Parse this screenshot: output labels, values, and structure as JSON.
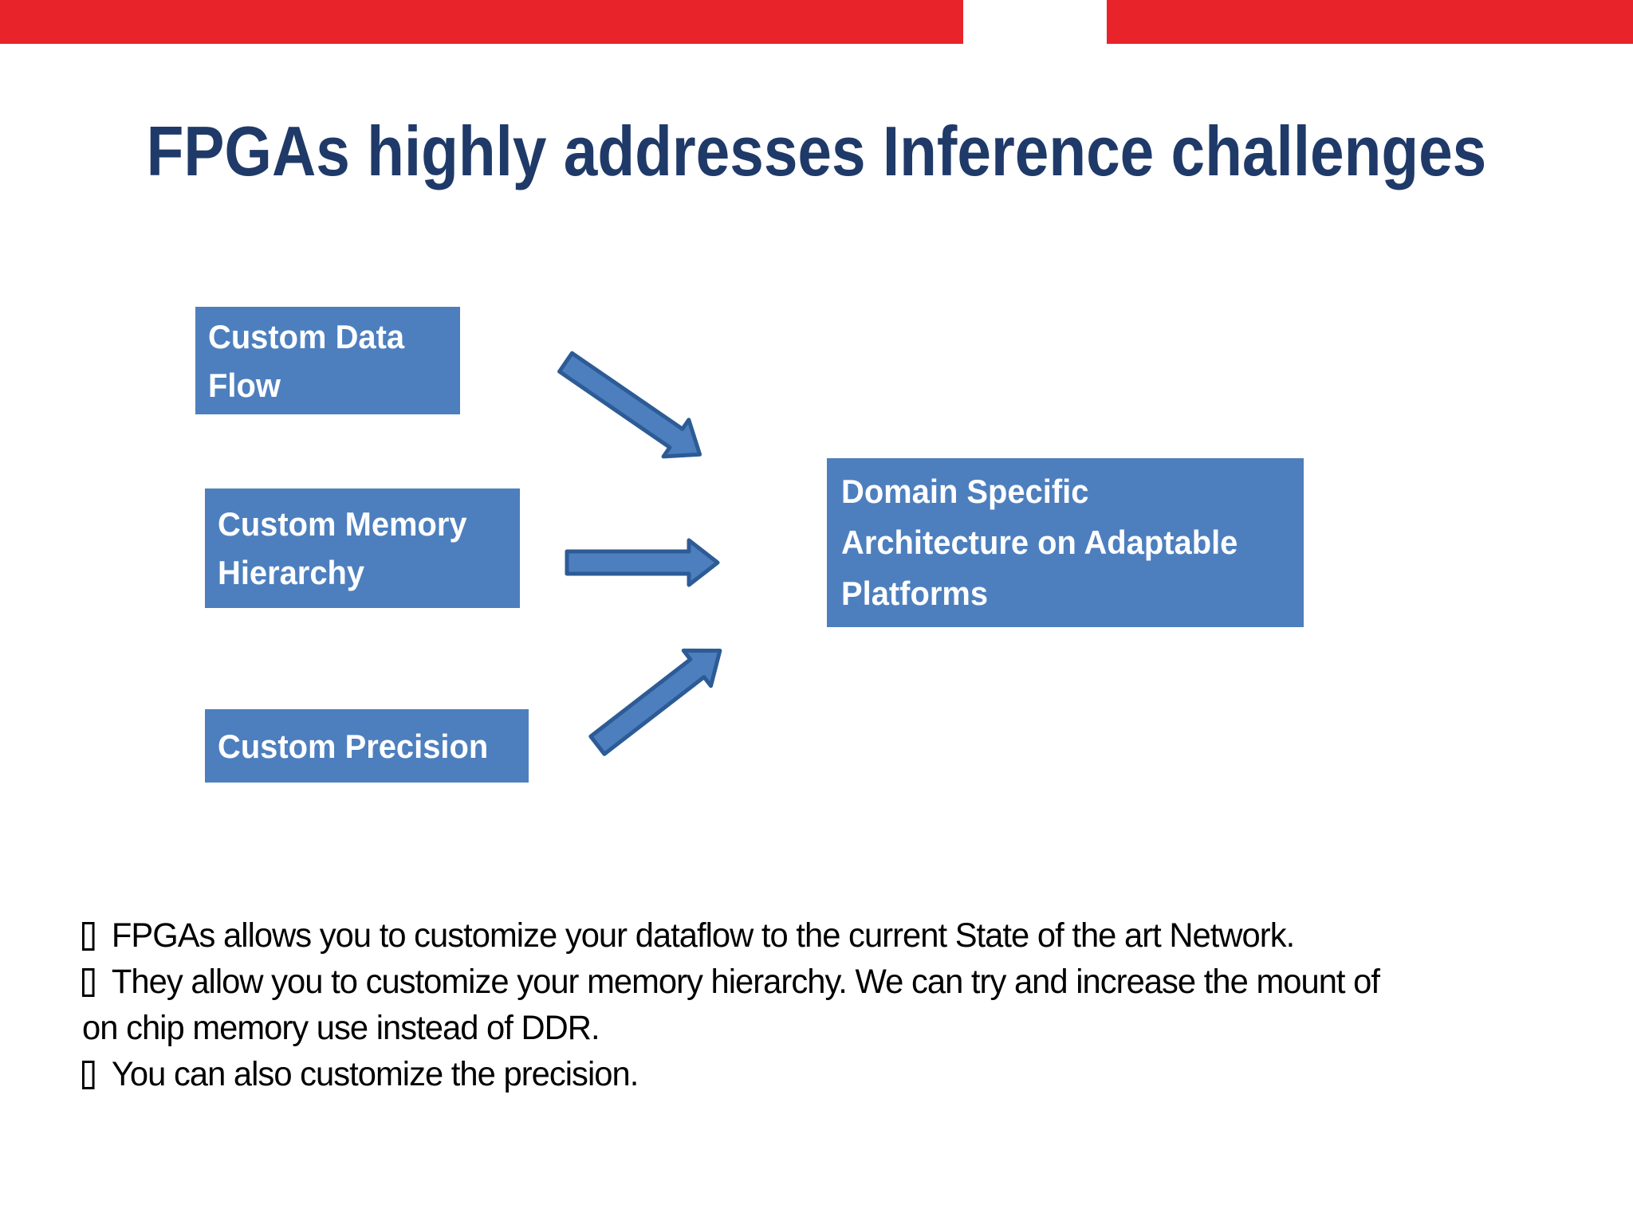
{
  "slide": {
    "title": "FPGAs highly addresses Inference challenges"
  },
  "colors": {
    "page-bg": "#ffffff",
    "accent-bar": "#e8232a",
    "title-color": "#1f3a68",
    "box-fill": "#4d7fbe",
    "box-text": "#ffffff",
    "arrow-fill": "#4d7fbe",
    "arrow-outline": "#2d5b96",
    "notes-color": "#000000"
  },
  "diagram": {
    "source_boxes": [
      {
        "id": "custom-data-flow",
        "label": "Custom Data\nFlow"
      },
      {
        "id": "custom-memory-hierarchy",
        "label": "Custom Memory\nHierarchy"
      },
      {
        "id": "custom-precision",
        "label": "Custom Precision"
      }
    ],
    "target_box": {
      "id": "domain-specific-architecture",
      "label": "Domain Specific\nArchitecture on Adaptable\nPlatforms"
    },
    "arrows": [
      {
        "from": "custom-data-flow",
        "to": "domain-specific-architecture",
        "direction": "down-right"
      },
      {
        "from": "custom-memory-hierarchy",
        "to": "domain-specific-architecture",
        "direction": "right"
      },
      {
        "from": "custom-precision",
        "to": "domain-specific-architecture",
        "direction": "up-right"
      }
    ]
  },
  "notes": {
    "lines": [
      {
        "bullet": true,
        "text": "FPGAs allows you to customize your dataflow to the current State of the art Network."
      },
      {
        "bullet": true,
        "text": "They allow you to customize your memory hierarchy. We can try and increase the mount of"
      },
      {
        "bullet": false,
        "text": "on chip memory use instead of DDR."
      },
      {
        "bullet": true,
        "text": "You can also customize the precision."
      }
    ]
  }
}
